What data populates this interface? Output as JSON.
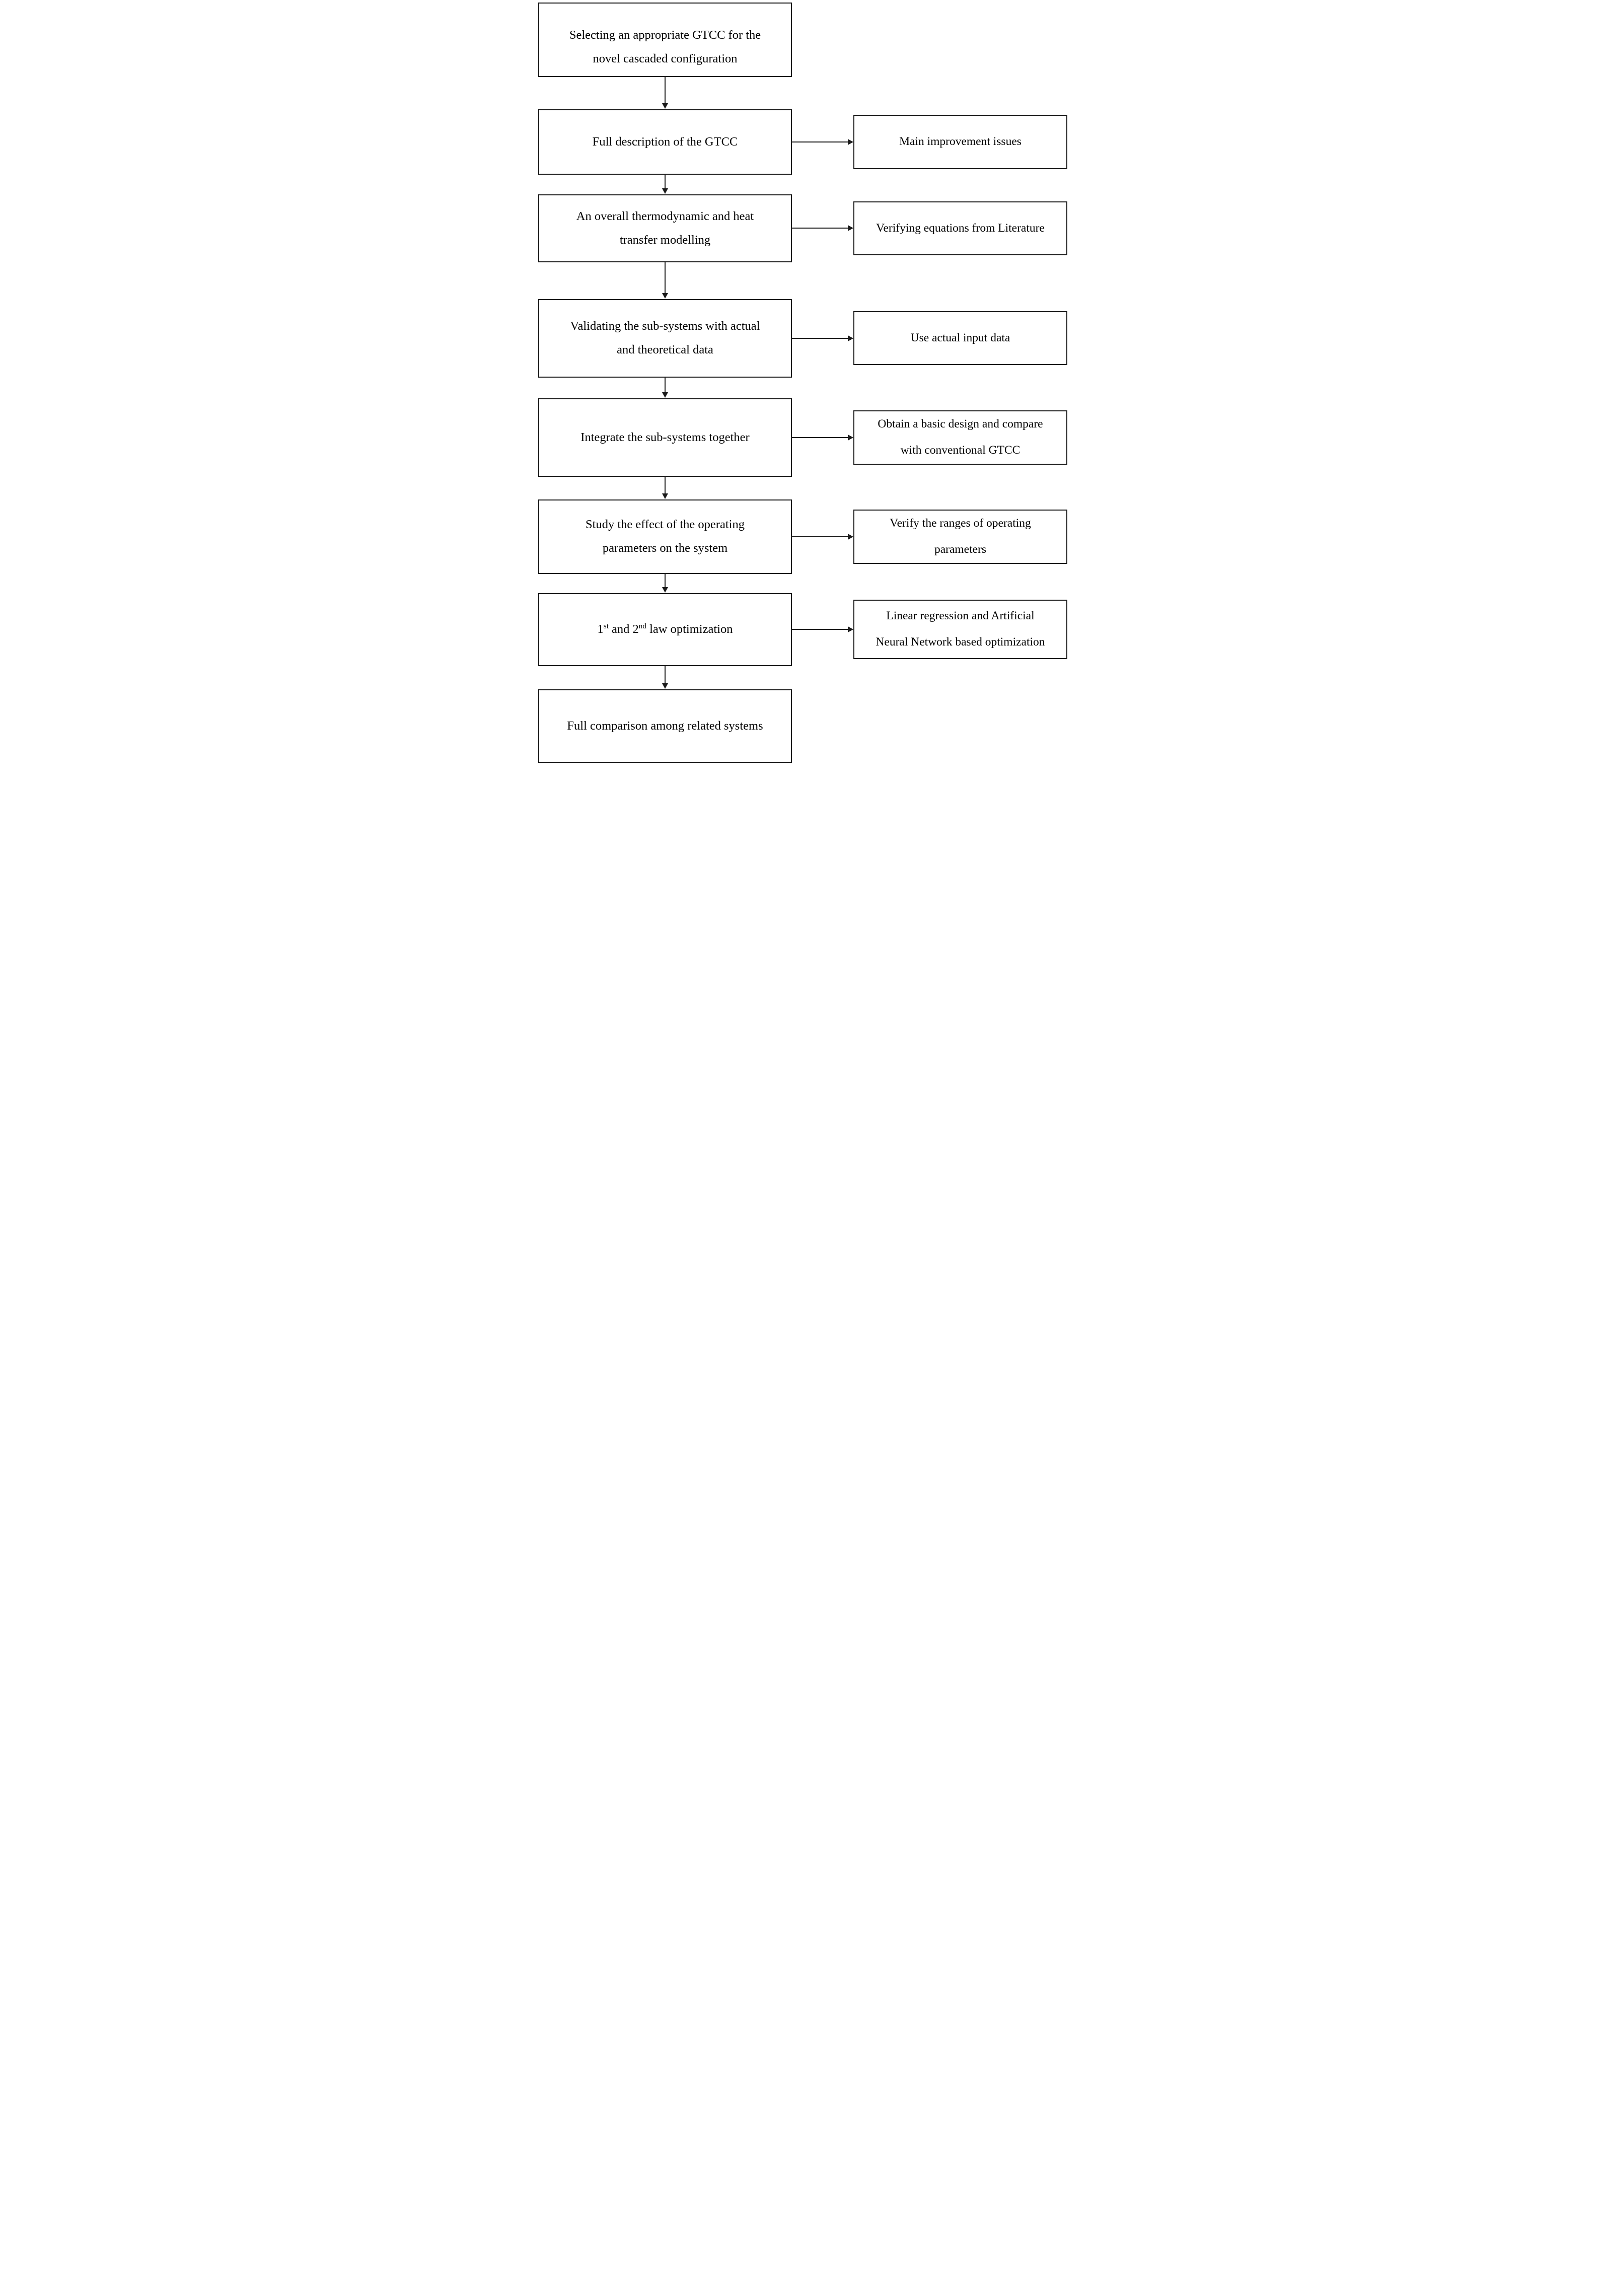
{
  "flowchart": {
    "type": "methodology-flow-diagram",
    "colors": {
      "box_border": "#1b1b1b",
      "box_fill": "#ffffff",
      "text": "#000000",
      "arrow": "#1b1b1b"
    },
    "main_steps": [
      {
        "lines": [
          "Selecting an appropriate GTCC for the",
          "novel cascaded configuration"
        ]
      },
      {
        "lines": [
          "Full description of the GTCC"
        ]
      },
      {
        "lines": [
          "An overall thermodynamic and heat",
          "transfer modelling"
        ]
      },
      {
        "lines": [
          "Validating the sub-systems with actual",
          "and theoretical data"
        ]
      },
      {
        "lines": [
          "Integrate the sub-systems together"
        ]
      },
      {
        "lines": [
          "Study the effect of the operating",
          "parameters on the system"
        ]
      },
      {
        "parts": [
          "1",
          "st",
          " and 2",
          "nd",
          " law optimization"
        ]
      },
      {
        "lines": [
          "Full comparison among related systems"
        ]
      }
    ],
    "side_notes": [
      {
        "from_step": 2,
        "lines": [
          "Main improvement issues"
        ]
      },
      {
        "from_step": 3,
        "lines": [
          "Verifying equations from Literature"
        ]
      },
      {
        "from_step": 4,
        "lines": [
          "Use actual input data"
        ]
      },
      {
        "from_step": 5,
        "lines": [
          "Obtain a basic design and compare",
          "with conventional GTCC"
        ]
      },
      {
        "from_step": 6,
        "lines": [
          "Verify the ranges of operating",
          "parameters"
        ]
      },
      {
        "from_step": 7,
        "lines": [
          "Linear regression and Artificial",
          "Neural Network based optimization"
        ]
      }
    ]
  }
}
